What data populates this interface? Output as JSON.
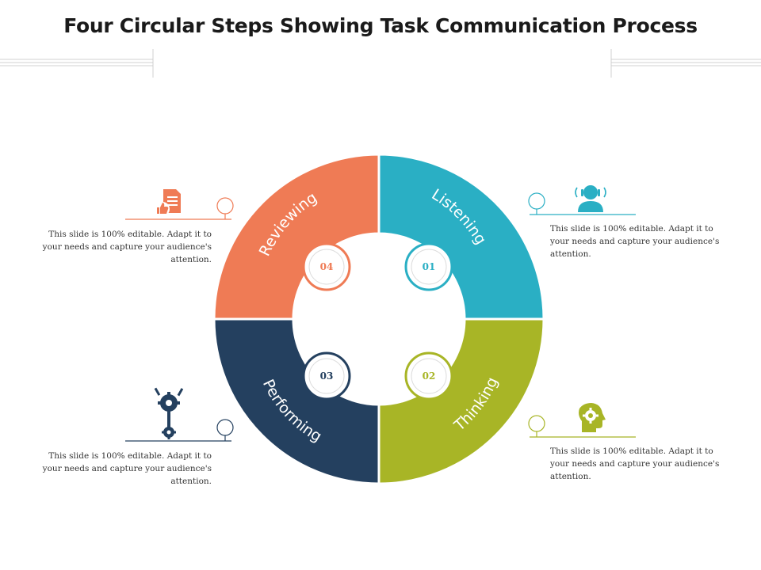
{
  "title": "Four Circular Steps Showing Task Communication Process",
  "colors": {
    "listening": "#2AAFC4",
    "thinking": "#A8B526",
    "performing": "#24405F",
    "reviewing": "#EF7B55"
  },
  "steps": [
    {
      "number": "01",
      "label": "Listening",
      "description": "This slide is 100% editable. Adapt it to your needs and capture your audience's attention.",
      "icon": "listener-headset-icon"
    },
    {
      "number": "02",
      "label": "Thinking",
      "description": "This slide is 100% editable. Adapt it to your needs and capture your audience's attention.",
      "icon": "head-gear-icon"
    },
    {
      "number": "03",
      "label": "Performing",
      "description": "This slide is 100% editable. Adapt it to your needs and capture your audience's attention.",
      "icon": "gears-wrench-icon"
    },
    {
      "number": "04",
      "label": "Reviewing",
      "description": "This slide is 100% editable. Adapt it to your needs and capture your audience's attention.",
      "icon": "document-thumbs-up-icon"
    }
  ]
}
